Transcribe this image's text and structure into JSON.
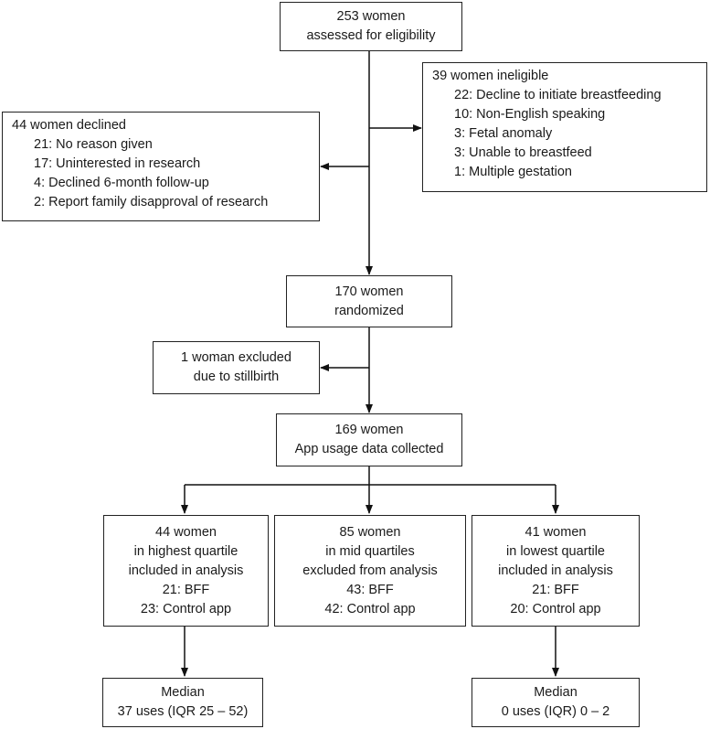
{
  "boxes": {
    "assessed": [
      "253 women",
      "assessed for eligibility"
    ],
    "ineligible": {
      "title": "39 women ineligible",
      "items": [
        "22: Decline to initiate breastfeeding",
        "10: Non-English speaking",
        "3: Fetal anomaly",
        "3: Unable to breastfeed",
        "1: Multiple gestation"
      ]
    },
    "declined": {
      "title": "44 women declined",
      "items": [
        "21: No reason given",
        "17: Uninterested in research",
        "4: Declined 6-month follow-up",
        "2: Report family disapproval of research"
      ]
    },
    "randomized": [
      "170 women",
      "randomized"
    ],
    "excluded": [
      "1 woman excluded",
      "due to stillbirth"
    ],
    "collected": [
      "169 women",
      "App usage data collected"
    ],
    "highest": [
      "44 women",
      "in highest quartile",
      "included in analysis",
      "21: BFF",
      "23: Control app"
    ],
    "mid": [
      "85 women",
      "in mid quartiles",
      "excluded from analysis",
      "43: BFF",
      "42: Control app"
    ],
    "lowest": [
      "41 women",
      "in lowest quartile",
      "included in analysis",
      "21: BFF",
      "20: Control app"
    ],
    "median_high": [
      "Median",
      "37 uses (IQR 25 – 52)"
    ],
    "median_low": [
      "Median",
      "0 uses  (IQR) 0 – 2"
    ]
  }
}
